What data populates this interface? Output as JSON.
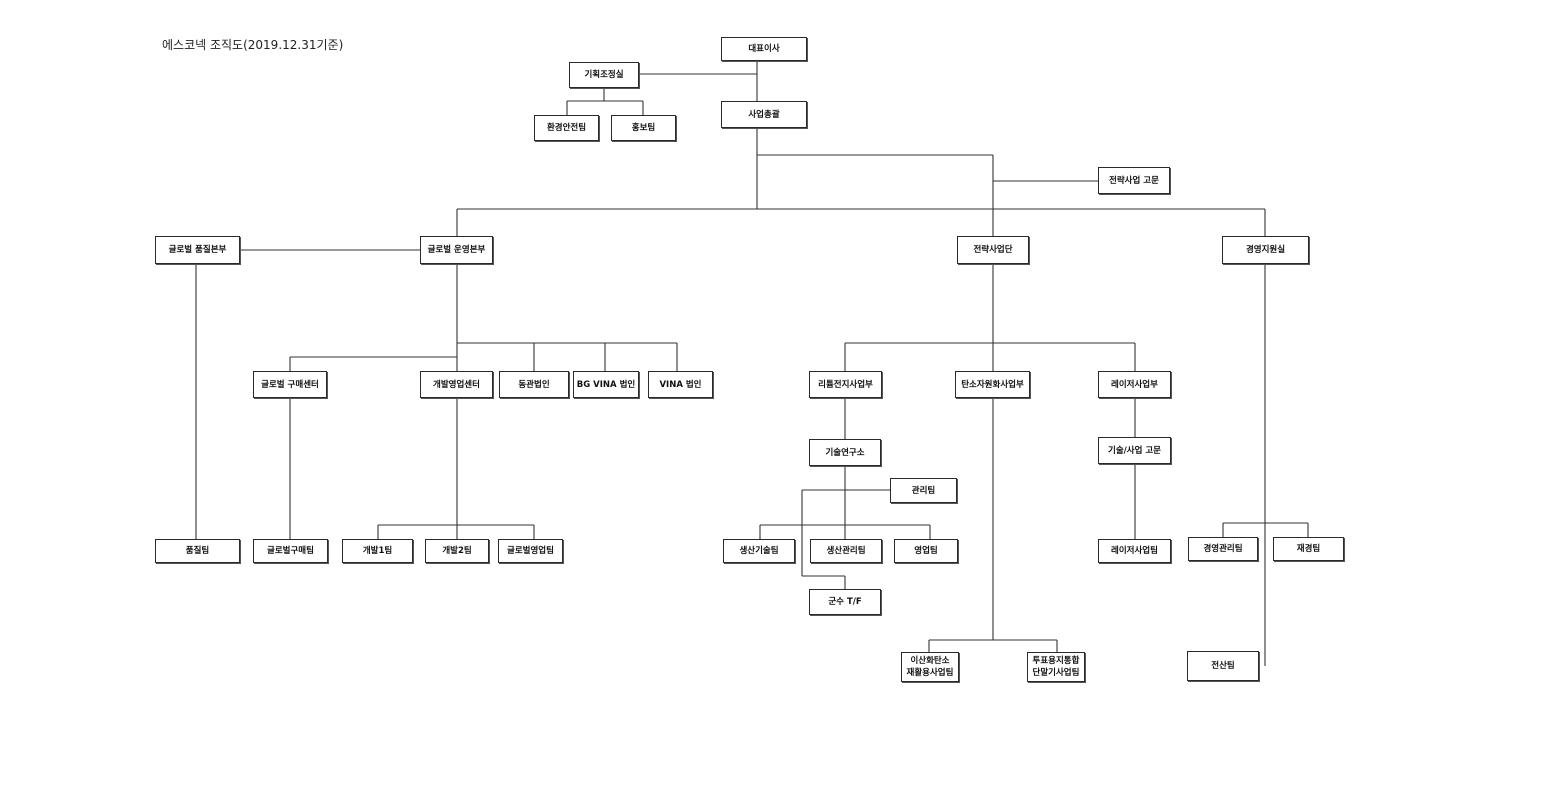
{
  "title": "에스코넥 조직도(2019.12.31기준)",
  "nodes": {
    "ceo": "대표이사",
    "planning_office": "기획조정실",
    "env_safety_team": "환경안전팀",
    "pr_team": "홍보팀",
    "business_head": "사업총괄",
    "strategy_advisor": "전략사업 고문",
    "global_quality_hq": "글로벌 품질본부",
    "global_ops_hq": "글로벌 운영본부",
    "strategy_div": "전략사업단",
    "mgmt_support_office": "경영지원실",
    "global_purchasing_center": "글로벌 구매센터",
    "dev_sales_center": "개발영업센터",
    "dongguan_corp": "동관법인",
    "bg_vina_corp": "BG VINA 법인",
    "vina_corp": "VINA 법인",
    "lithium_battery_div": "리튬전지사업부",
    "carbon_resource_div": "탄소자원화사업부",
    "laser_div": "레이저사업부",
    "tech_institute": "기술연구소",
    "management_team": "관리팀",
    "tech_biz_advisor": "기술/사업 고문",
    "prod_tech_team": "생산기술팀",
    "prod_mgmt_team": "생산관리팀",
    "sales_team": "영업팀",
    "military_tf": "군수 T/F",
    "laser_biz_team": "레이저사업팀",
    "quality_team": "품질팀",
    "global_purchasing_team": "글로벌구매팀",
    "dev1_team": "개발1팀",
    "dev2_team": "개발2팀",
    "global_sales_team": "글로벌영업팀",
    "co2_recycling_team": "이산화탄소\n재활용사업팀",
    "transparent_terminal_team": "투표용지통합\n단말기사업팀",
    "mgmt_admin_team": "경영관리팀",
    "finance_team": "재경팀",
    "it_team": "전산팀"
  }
}
